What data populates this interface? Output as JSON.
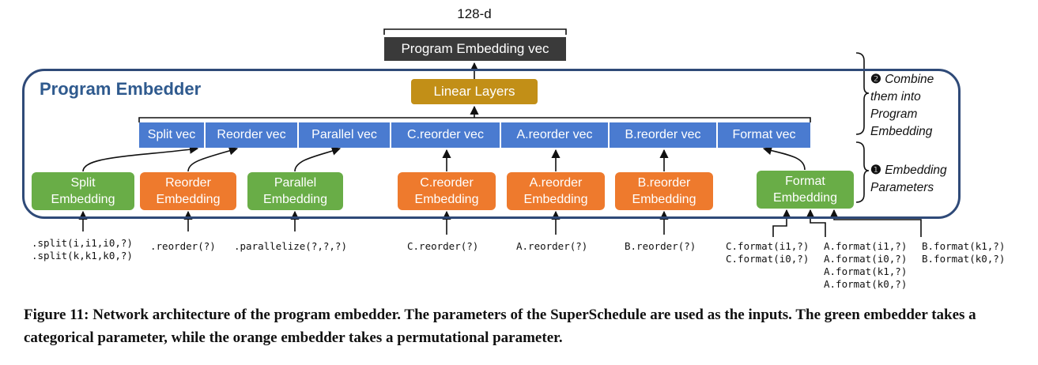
{
  "diagram": {
    "dimension_label": "128-d",
    "output_label": "Program Embedding vec",
    "embedder_title": "Program Embedder",
    "linear_layers_label": "Linear Layers",
    "vectors": [
      "Split vec",
      "Reorder vec",
      "Parallel vec",
      "C.reorder vec",
      "A.reorder vec",
      "B.reorder vec",
      "Format vec"
    ],
    "embeddings": [
      {
        "line1": "Split",
        "line2": "Embedding",
        "kind": "categorical",
        "color": "#69ad47"
      },
      {
        "line1": "Reorder",
        "line2": "Embedding",
        "kind": "permutational",
        "color": "#ee7a2d"
      },
      {
        "line1": "Parallel",
        "line2": "Embedding",
        "kind": "categorical",
        "color": "#69ad47"
      },
      {
        "line1": "C.reorder",
        "line2": "Embedding",
        "kind": "permutational",
        "color": "#ee7a2d"
      },
      {
        "line1": "A.reorder",
        "line2": "Embedding",
        "kind": "permutational",
        "color": "#ee7a2d"
      },
      {
        "line1": "B.reorder",
        "line2": "Embedding",
        "kind": "permutational",
        "color": "#ee7a2d"
      },
      {
        "line1": "Format",
        "line2": "Embedding",
        "kind": "categorical",
        "color": "#69ad47"
      }
    ],
    "inputs": {
      "split": ".split(i,i1,i0,?)\n.split(k,k1,k0,?)",
      "reorder": ".reorder(?)",
      "parallel": ".parallelize(?,?,?)",
      "c_reorder": "C.reorder(?)",
      "a_reorder": "A.reorder(?)",
      "b_reorder": "B.reorder(?)",
      "format_c": "C.format(i1,?)\nC.format(i0,?)",
      "format_a": "A.format(i1,?)\nA.format(i0,?)\nA.format(k1,?)\nA.format(k0,?)",
      "format_b": "B.format(k1,?)\nB.format(k0,?)"
    },
    "annotations": {
      "combine_marker": "❷",
      "combine_text": "Combine\nthem into\nProgram\nEmbedding",
      "embed_marker": "❶",
      "embed_text": "Embedding\nParameters"
    },
    "colors": {
      "frame": "#2f4a78",
      "title": "#2f5a8e",
      "output_box": "#3a3a3a",
      "linear": "#c28f17",
      "vector": "#4a7bd0",
      "categorical": "#69ad47",
      "permutational": "#ee7a2d"
    }
  },
  "caption": "Figure 11: Network architecture of the program embedder. The parameters of the SuperSchedule are used as the inputs. The green embedder takes a categorical parameter, while the orange embedder takes a permutational parameter."
}
